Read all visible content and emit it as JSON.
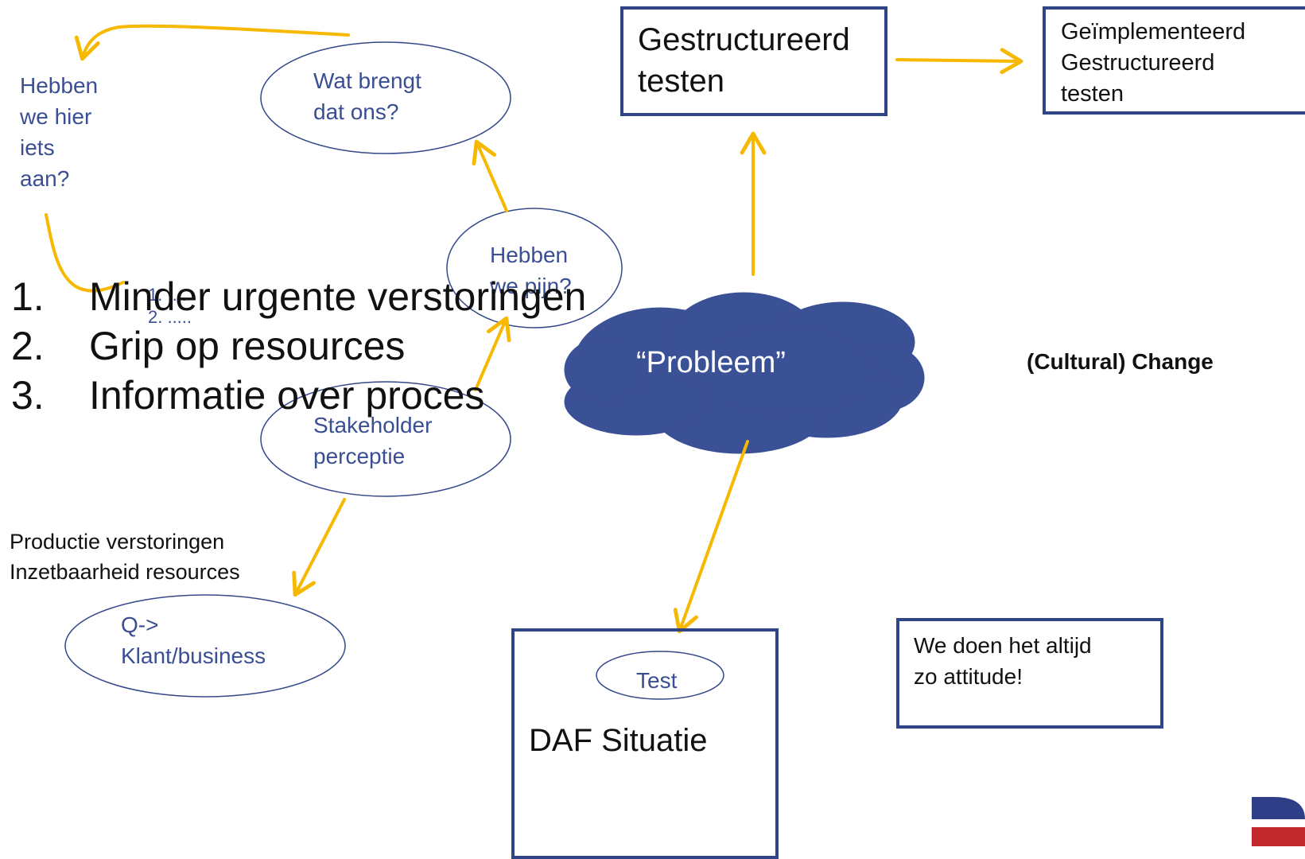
{
  "nodes": {
    "hebben_we_hier": {
      "lines": [
        "Hebben",
        "we hier",
        "iets",
        "aan?"
      ]
    },
    "wat_brengt": {
      "lines": [
        "Wat brengt",
        "dat ons?"
      ]
    },
    "hebben_we_pijn": {
      "lines": [
        "Hebben",
        "we pijn?"
      ]
    },
    "sublist": {
      "items": [
        "1.   ....",
        "2.   ....."
      ]
    },
    "stakeholder": {
      "lines": [
        "Stakeholder",
        "perceptie"
      ]
    },
    "productie": {
      "lines": [
        "Productie verstoringen",
        "Inzetbaarheid resources"
      ]
    },
    "klant": {
      "lines": [
        "Q->",
        "Klant/business"
      ]
    },
    "gestructureerd": {
      "lines": [
        "Gestructureerd",
        "testen"
      ]
    },
    "geimplementeerd": {
      "lines": [
        "Geïmplementeerd",
        "Gestructureerd",
        "testen"
      ]
    },
    "probleem": {
      "label": "“Probleem”"
    },
    "cultural_change": {
      "label": "(Cultural) Change"
    },
    "daf_situatie": {
      "label": "DAF Situatie",
      "inner": "Test"
    },
    "attitude": {
      "lines": [
        "We doen het altijd",
        "zo attitude!"
      ]
    }
  },
  "big_list": [
    {
      "num": "1.",
      "text": "Minder urgente verstoringen"
    },
    {
      "num": "2.",
      "text": "Grip op resources"
    },
    {
      "num": "3.",
      "text": "Informatie over proces"
    }
  ],
  "colors": {
    "accent_arrow": "#f7b800",
    "box_border": "#2f4585",
    "ellipse_border": "#34488a",
    "cloud_fill": "#3b5196",
    "text_blue": "#3a4f93",
    "logo_red": "#c0282d",
    "logo_blue": "#2f3f87"
  },
  "logo": {
    "icon": "daf-logo-icon"
  }
}
